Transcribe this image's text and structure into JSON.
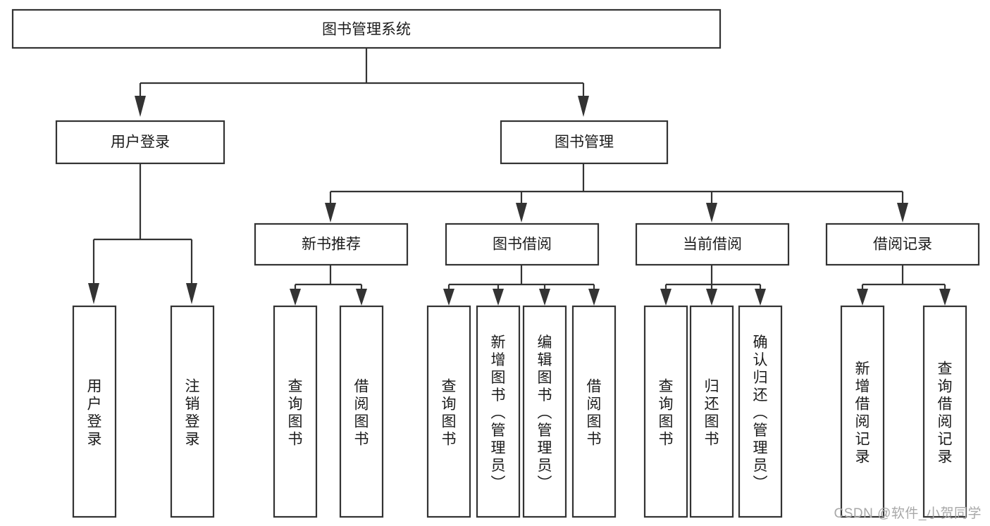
{
  "diagram": {
    "type": "tree-hierarchy",
    "title": "图书管理系统",
    "colors": {
      "box_stroke": "#333333",
      "box_fill": "#ffffff",
      "text": "#1b1b1b",
      "connector": "#333333",
      "watermark": "#a8a8a8",
      "background": "#ffffff"
    },
    "root": {
      "label": "图书管理系统"
    },
    "level1": [
      {
        "label": "用户登录"
      },
      {
        "label": "图书管理"
      }
    ],
    "level2": [
      {
        "label": "新书推荐"
      },
      {
        "label": "图书借阅"
      },
      {
        "label": "当前借阅"
      },
      {
        "label": "借阅记录"
      }
    ],
    "leaves": {
      "user_login": [
        {
          "label": "用户登录"
        },
        {
          "label": "注销登录"
        }
      ],
      "new_book_recommend": [
        {
          "label": "查询图书"
        },
        {
          "label": "借阅图书"
        }
      ],
      "book_borrow": [
        {
          "label": "查询图书"
        },
        {
          "label": "新增图书（管理员）"
        },
        {
          "label": "编辑图书（管理员）"
        },
        {
          "label": "借阅图书"
        }
      ],
      "current_borrow": [
        {
          "label": "查询图书"
        },
        {
          "label": "归还图书"
        },
        {
          "label": "确认归还（管理员）"
        }
      ],
      "borrow_record": [
        {
          "label": "新增借阅记录"
        },
        {
          "label": "查询借阅记录"
        }
      ]
    }
  },
  "watermark": {
    "text": "CSDN @软件_小贺同学"
  }
}
